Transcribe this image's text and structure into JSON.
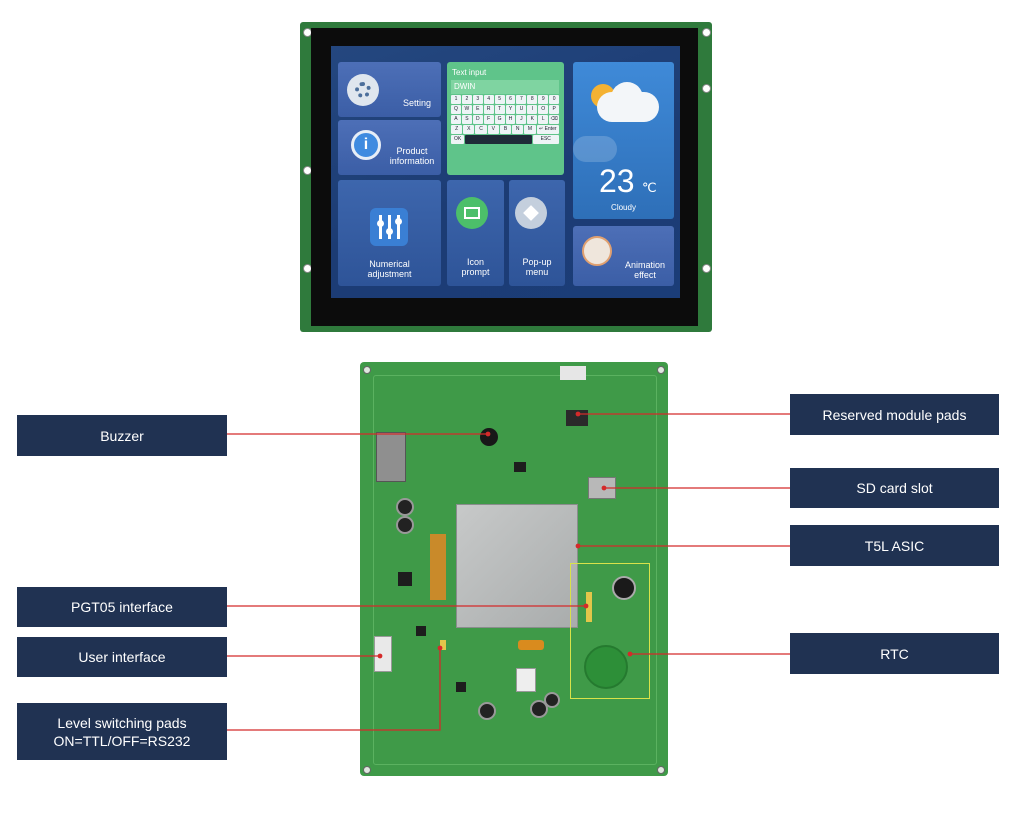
{
  "screen": {
    "setting": "Setting",
    "product_info": "Product\ninformation",
    "text_input_title": "Text input",
    "text_input_value": "DWIN",
    "keyboard_rows": [
      [
        "1",
        "2",
        "3",
        "4",
        "5",
        "6",
        "7",
        "8",
        "9",
        "0"
      ],
      [
        "Q",
        "W",
        "E",
        "R",
        "T",
        "Y",
        "U",
        "I",
        "O",
        "P"
      ],
      [
        "A",
        "S",
        "D",
        "F",
        "G",
        "H",
        "J",
        "K",
        "L",
        "⌫"
      ],
      [
        "Z",
        "X",
        "C",
        "V",
        "B",
        "N",
        "M",
        "↵ Enter"
      ],
      [
        "OK",
        "",
        "ESC"
      ]
    ],
    "temperature": "23",
    "temp_unit": "℃",
    "weather": "Cloudy",
    "numerical": "Numerical\nadjustment",
    "icon_prompt": "Icon\nprompt",
    "popup_menu": "Pop-up\nmenu",
    "animation": "Animation\neffect"
  },
  "labels": {
    "buzzer": "Buzzer",
    "pgt05": "PGT05 interface",
    "user_interface": "User interface",
    "level_switching": "Level switching pads\nON=TTL/OFF=RS232",
    "reserved": "Reserved module pads",
    "sd_card": "SD card slot",
    "t5l": "T5L ASIC",
    "rtc": "RTC"
  },
  "colors": {
    "callout_bg": "#203252",
    "leader_line": "#d42a2a",
    "pcb_green": "#3f9a48"
  }
}
